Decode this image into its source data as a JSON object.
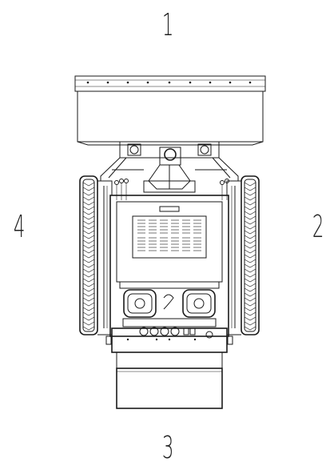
{
  "view_labels": {
    "front": "1",
    "right": "2",
    "rear": "3",
    "left": "4"
  }
}
